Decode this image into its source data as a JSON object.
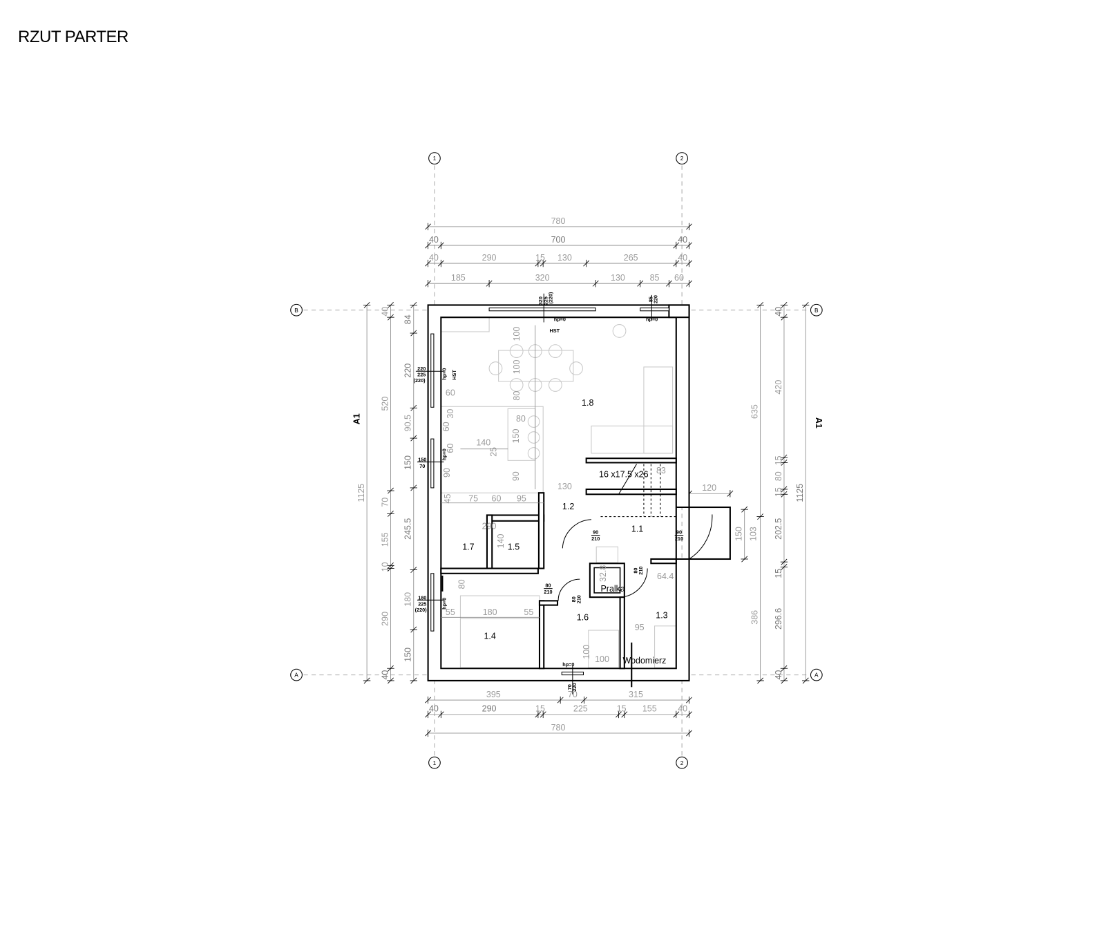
{
  "title": "RZUT PARTER",
  "grid": {
    "axis1": "1",
    "axis2": "2",
    "axisA": "A",
    "axisB": "B",
    "section": "A1"
  },
  "dims": {
    "top": [
      "780",
      "40",
      "700",
      "40",
      "40",
      "290",
      "15",
      "130",
      "265",
      "40",
      "185",
      "320",
      "130",
      "85",
      "60"
    ],
    "bottom": [
      "395",
      "70",
      "315",
      "40",
      "290",
      "15",
      "225",
      "15",
      "155",
      "40",
      "780"
    ],
    "left": [
      "1125",
      "40",
      "520",
      "70",
      "155",
      "10",
      "290",
      "84",
      "220",
      "90.5",
      "150",
      "245.5",
      "180",
      "150",
      "40"
    ],
    "right": [
      "635",
      "386",
      "40",
      "420",
      "15",
      "80",
      "15",
      "202.5",
      "15",
      "296.6",
      "40",
      "1125",
      "150",
      "103",
      "120"
    ],
    "interior": [
      "100",
      "100",
      "80",
      "60",
      "30",
      "60",
      "60",
      "140",
      "25",
      "80",
      "150",
      "90",
      "90",
      "45",
      "75",
      "60",
      "95",
      "130",
      "83",
      "290",
      "140",
      "80",
      "55",
      "180",
      "55",
      "100",
      "100",
      "95",
      "64.4",
      "32.8"
    ]
  },
  "openings": {
    "w_top1": [
      "320",
      "225",
      "(220)"
    ],
    "w_top2": [
      "85",
      "220"
    ],
    "w_left1": [
      "220",
      "225",
      "(220)"
    ],
    "w_left2": [
      "150",
      "70"
    ],
    "w_left3": [
      "180",
      "225",
      "(220)"
    ],
    "w_bottom": [
      "70",
      "220"
    ],
    "door_12": [
      "90",
      "210"
    ],
    "door_entry": [
      "90",
      "210"
    ],
    "door_14": [
      "80",
      "210"
    ],
    "door_16": [
      "80",
      "210"
    ],
    "door_13": [
      "80",
      "210"
    ],
    "hp": "hp=0",
    "hst": "HST",
    "stairs": "16 x17.5 x26"
  },
  "rooms": [
    {
      "id": "1.8"
    },
    {
      "id": "1.2"
    },
    {
      "id": "1.1"
    },
    {
      "id": "1.7"
    },
    {
      "id": "1.5"
    },
    {
      "id": "1.4"
    },
    {
      "id": "1.6"
    },
    {
      "id": "1.3"
    }
  ],
  "labels": {
    "pralka": "Pralka",
    "wodomierz": "Wodomierz"
  }
}
